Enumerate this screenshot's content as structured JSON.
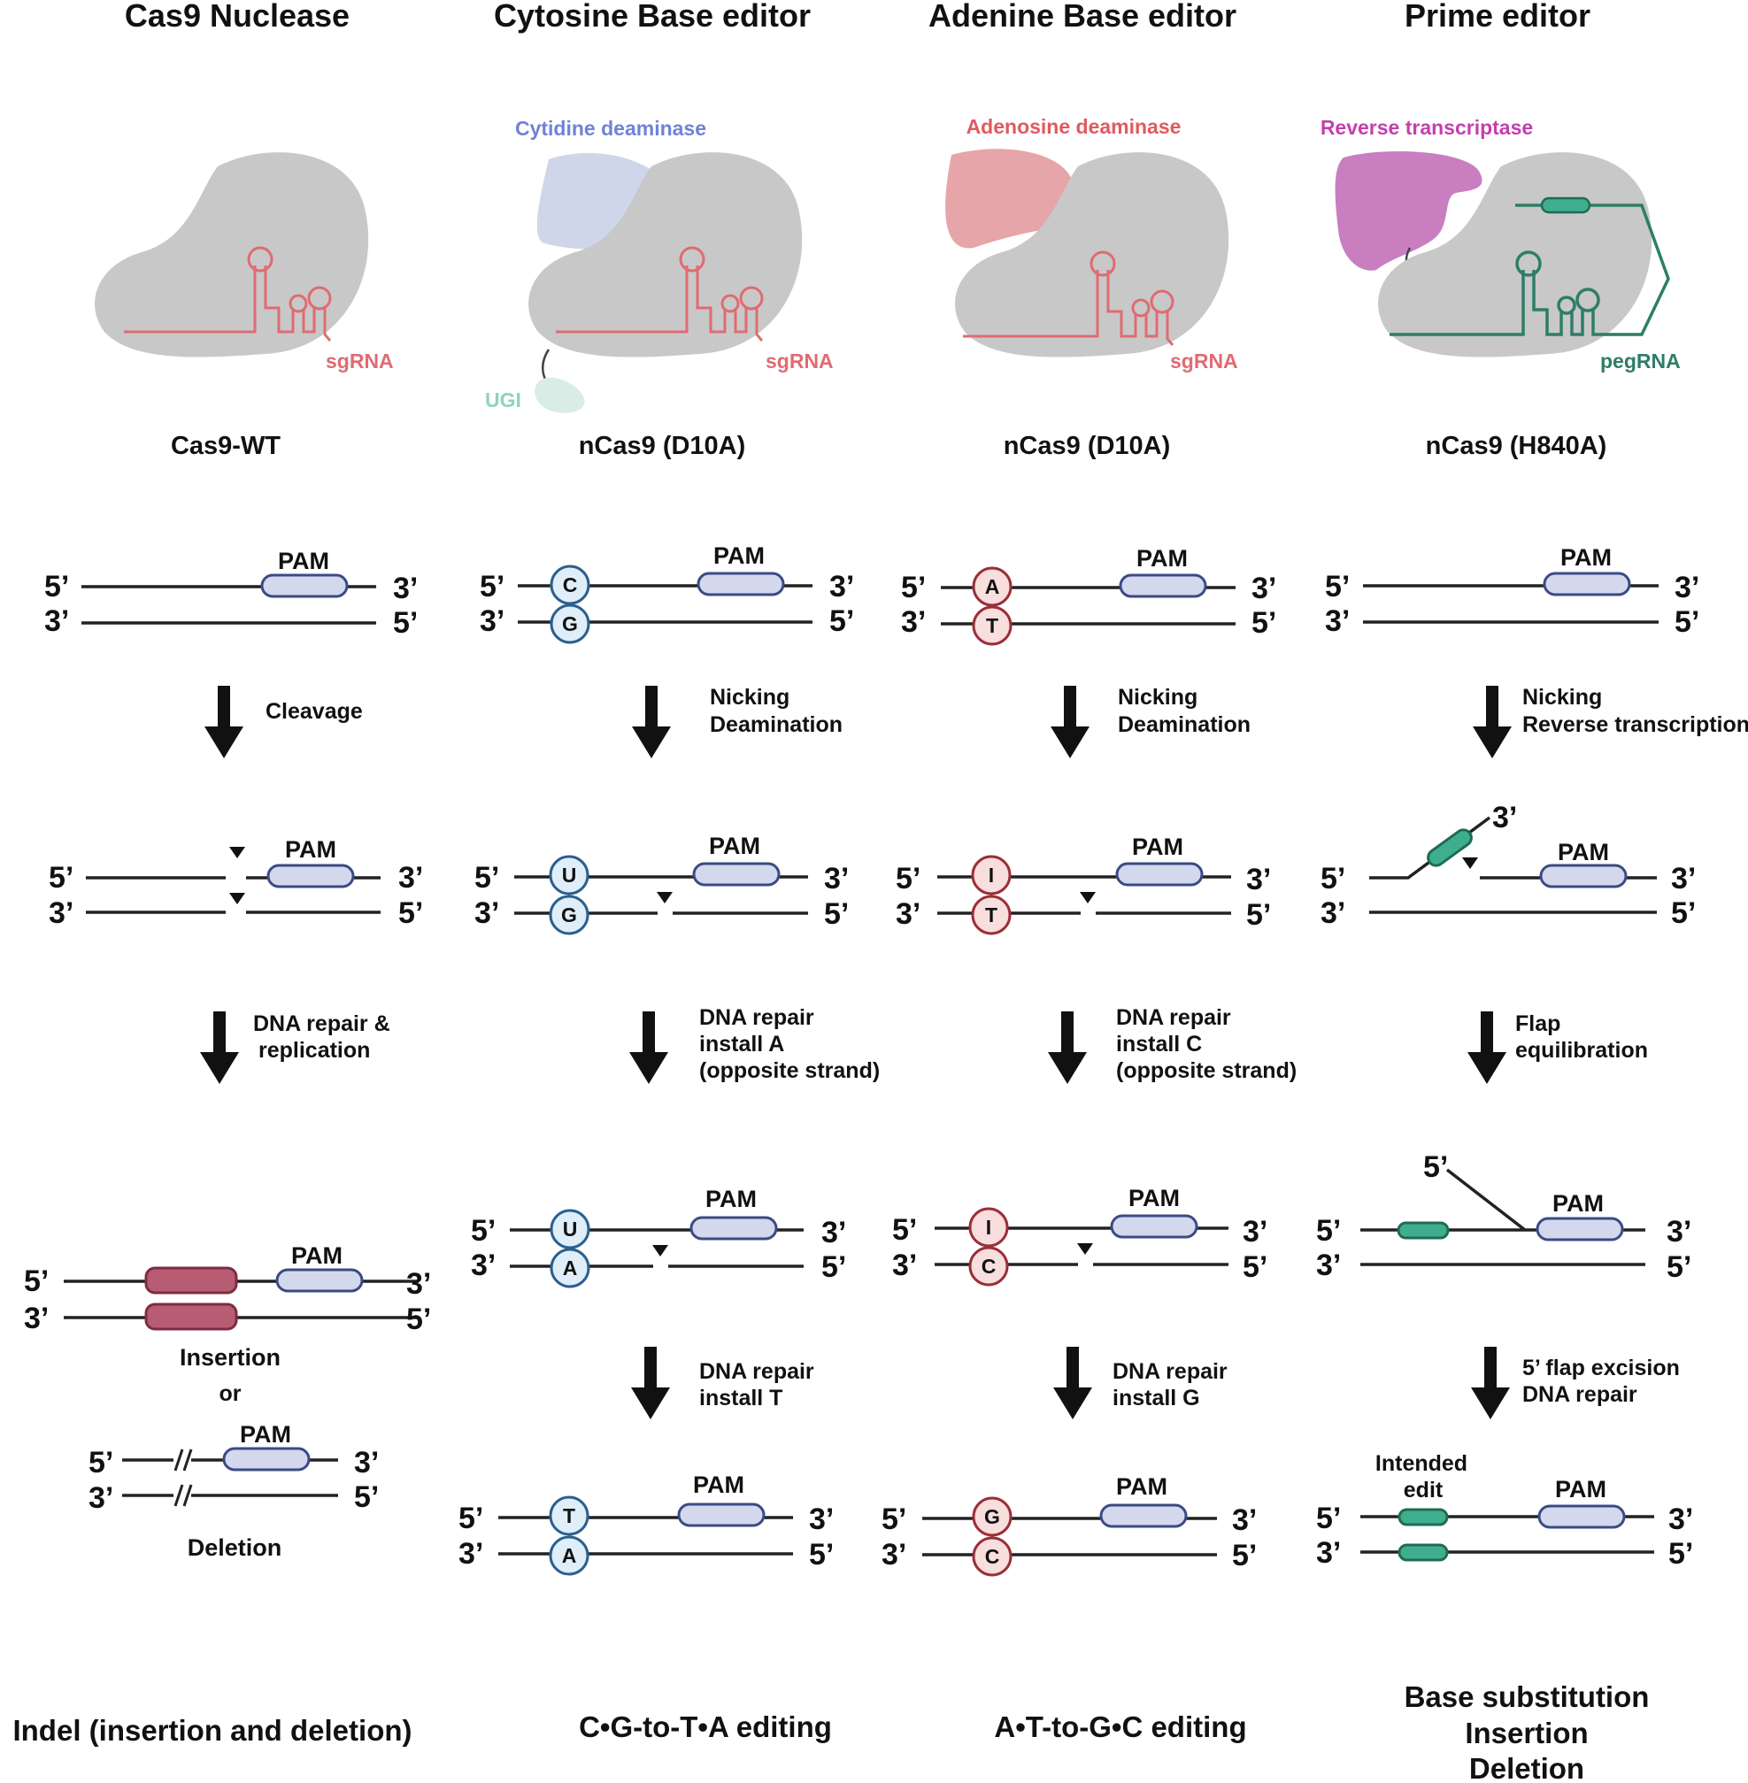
{
  "columns": [
    {
      "title": "Cas9 Nuclease",
      "protein_label": "Cas9-WT",
      "rna_label": "sgRNA",
      "steps": [
        {
          "lines": [
            "Cleavage"
          ]
        },
        {
          "lines": [
            "DNA repair &",
            "replication"
          ]
        }
      ],
      "outcomes": [
        "Insertion",
        "or",
        "Deletion"
      ],
      "result": [
        "Indel (insertion and deletion)"
      ]
    },
    {
      "title": "Cytosine Base editor",
      "enzyme_label": "Cytidine deaminase",
      "extra_label": "UGI",
      "protein_label": "nCas9 (D10A)",
      "rna_label": "sgRNA",
      "steps": [
        {
          "lines": [
            "Nicking",
            "Deamination"
          ]
        },
        {
          "lines": [
            "DNA repair",
            "install A",
            "(opposite strand)"
          ]
        },
        {
          "lines": [
            "DNA repair",
            "install T"
          ]
        }
      ],
      "bases": [
        [
          "C",
          "G"
        ],
        [
          "U",
          "G"
        ],
        [
          "U",
          "A"
        ],
        [
          "T",
          "A"
        ]
      ],
      "result": [
        "C•G-to-T•A editing"
      ]
    },
    {
      "title": "Adenine Base editor",
      "enzyme_label": "Adenosine deaminase",
      "protein_label": "nCas9 (D10A)",
      "rna_label": "sgRNA",
      "steps": [
        {
          "lines": [
            "Nicking",
            "Deamination"
          ]
        },
        {
          "lines": [
            "DNA repair",
            "install C",
            "(opposite strand)"
          ]
        },
        {
          "lines": [
            "DNA repair",
            "install G"
          ]
        }
      ],
      "bases": [
        [
          "A",
          "T"
        ],
        [
          "I",
          "T"
        ],
        [
          "I",
          "C"
        ],
        [
          "G",
          "C"
        ]
      ],
      "result": [
        "A•T-to-G•C editing"
      ]
    },
    {
      "title": "Prime editor",
      "enzyme_label": "Reverse transcriptase",
      "protein_label": "nCas9 (H840A)",
      "rna_label": "pegRNA",
      "steps": [
        {
          "lines": [
            "Nicking",
            "Reverse transcription"
          ]
        },
        {
          "lines": [
            "Flap",
            "equilibration"
          ]
        },
        {
          "lines": [
            "5’ flap excision",
            "DNA repair"
          ]
        }
      ],
      "edit_label": [
        "Intended",
        "edit"
      ],
      "result": [
        "Base substitution",
        "Insertion",
        "Deletion"
      ]
    }
  ],
  "pam_label": "PAM",
  "end5": "5’",
  "end3": "3’",
  "colors": {
    "protein": "#c8c8c8",
    "sgrna": "#e06b72",
    "pegrna": "#2e7d67",
    "cytidine": "#d0d6ea",
    "cytidine_text": "#6f82d9",
    "adenosine": "#e6a5a8",
    "adenosine_text": "#e05a60",
    "rt": "#c97ec0",
    "rt_text": "#c43fae",
    "ugi": "#d9ede6",
    "ugi_text": "#8fd3bd",
    "pam_fill": "#d3d8ec",
    "pam_stroke": "#3b4a86",
    "c_base_fill": "#dfeef8",
    "c_base_stroke": "#2b5f8f",
    "a_base_fill": "#f9dede",
    "a_base_stroke": "#9a2f38",
    "insertion": "#b85c73",
    "insertion_stroke": "#7d2c42",
    "edit": "#3fae8f",
    "edit_stroke": "#1f6b55"
  }
}
